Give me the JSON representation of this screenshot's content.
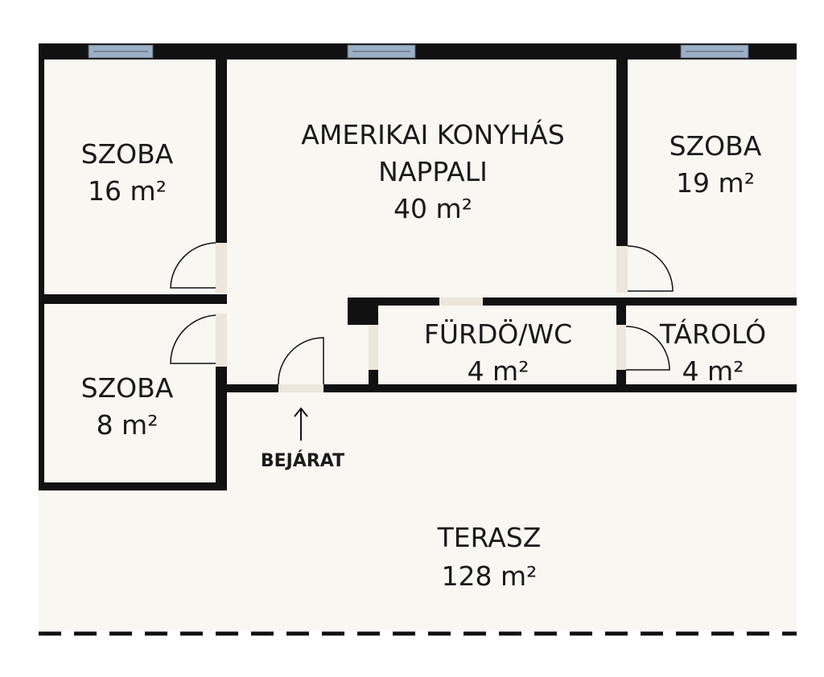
{
  "rooms": {
    "bedroom_1": {
      "name": "SZOBA",
      "area": "16 m²"
    },
    "living": {
      "name_line1": "AMERIKAI KONYHÁS",
      "name_line2": "NAPPALI",
      "area": "40 m²"
    },
    "bedroom_2": {
      "name": "SZOBA",
      "area": "19 m²"
    },
    "bedroom_3": {
      "name": "SZOBA",
      "area": "8 m²"
    },
    "bathroom": {
      "name": "FÜRDÖ/WC",
      "area": "4 m²"
    },
    "storage": {
      "name": "TÁROLÓ",
      "area": "4 m²"
    },
    "terrace": {
      "name": "TERASZ",
      "area": "128 m²"
    }
  },
  "entrance": {
    "label": "BEJÁRAT"
  },
  "colors": {
    "floor": "#f8f7f2",
    "wall": "#111111",
    "window": "#9ab0c8",
    "door_opening": "#ece6dc"
  }
}
